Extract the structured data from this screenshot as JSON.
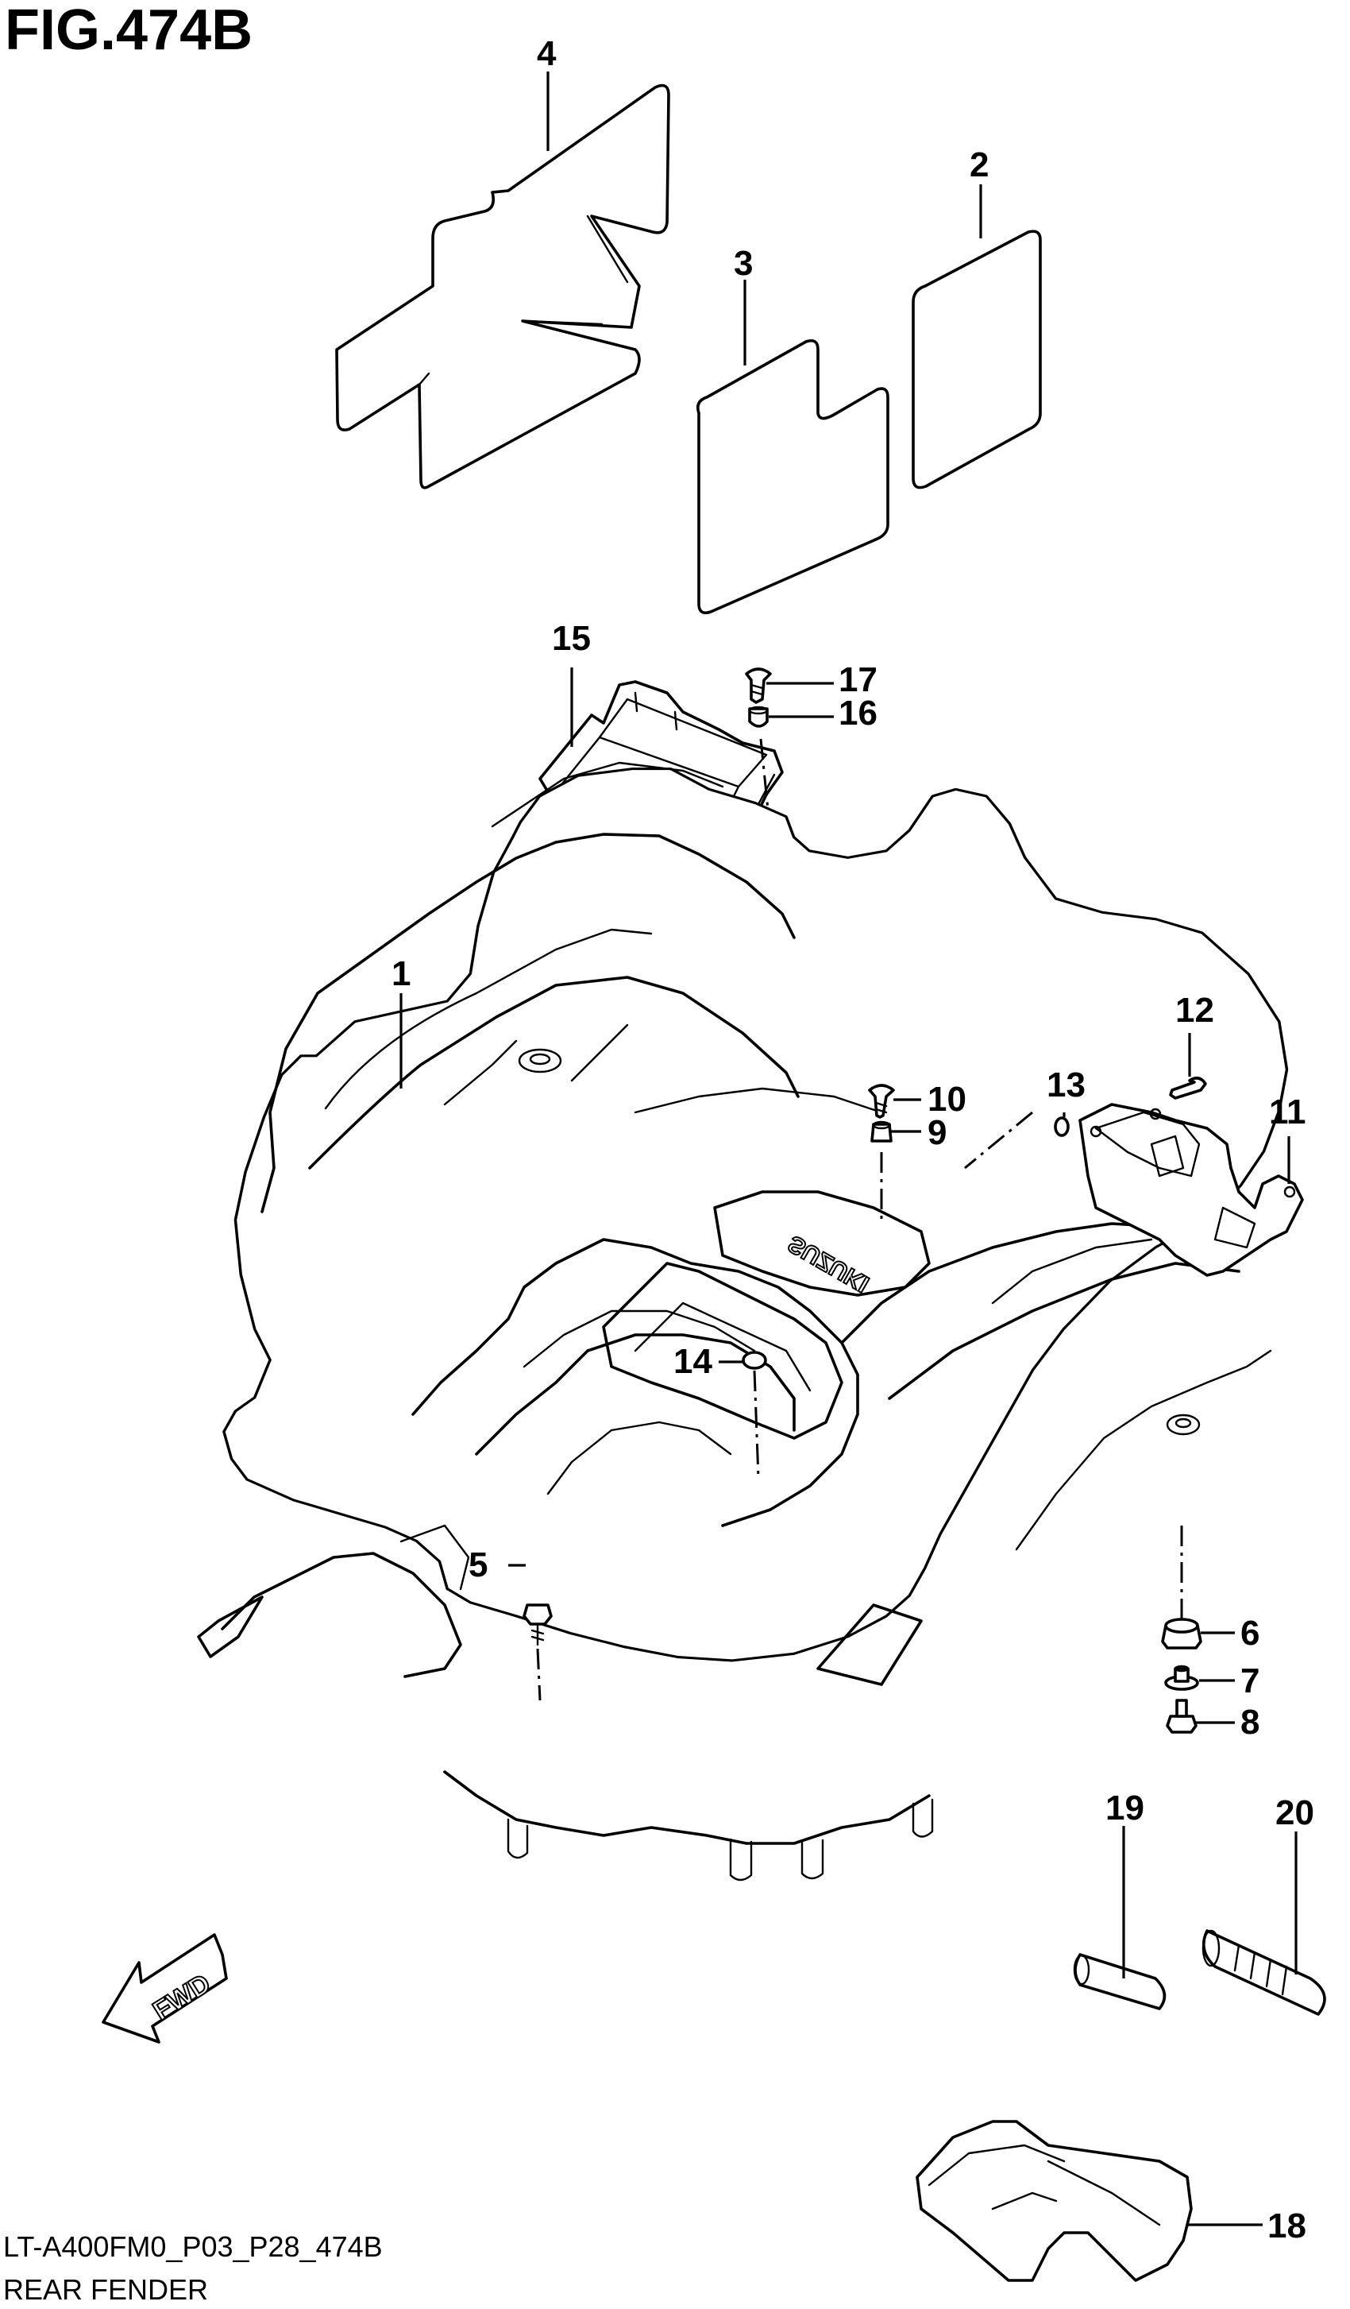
{
  "figure": {
    "title": "FIG.474B",
    "code": "LT-A400FM0_P03_P28_474B",
    "name": "REAR FENDER"
  },
  "direction_marker": "FWD",
  "fender_emboss": "SUZUKI",
  "callouts": [
    {
      "id": "c1",
      "label": "1"
    },
    {
      "id": "c2",
      "label": "2"
    },
    {
      "id": "c3",
      "label": "3"
    },
    {
      "id": "c4",
      "label": "4"
    },
    {
      "id": "c5",
      "label": "5"
    },
    {
      "id": "c6",
      "label": "6"
    },
    {
      "id": "c7",
      "label": "7"
    },
    {
      "id": "c8",
      "label": "8"
    },
    {
      "id": "c9",
      "label": "9"
    },
    {
      "id": "c10",
      "label": "10"
    },
    {
      "id": "c11",
      "label": "11"
    },
    {
      "id": "c12",
      "label": "12"
    },
    {
      "id": "c13",
      "label": "13"
    },
    {
      "id": "c14",
      "label": "14"
    },
    {
      "id": "c15",
      "label": "15"
    },
    {
      "id": "c16",
      "label": "16"
    },
    {
      "id": "c17",
      "label": "17"
    },
    {
      "id": "c18",
      "label": "18"
    },
    {
      "id": "c19",
      "label": "19"
    },
    {
      "id": "c20",
      "label": "20"
    }
  ]
}
